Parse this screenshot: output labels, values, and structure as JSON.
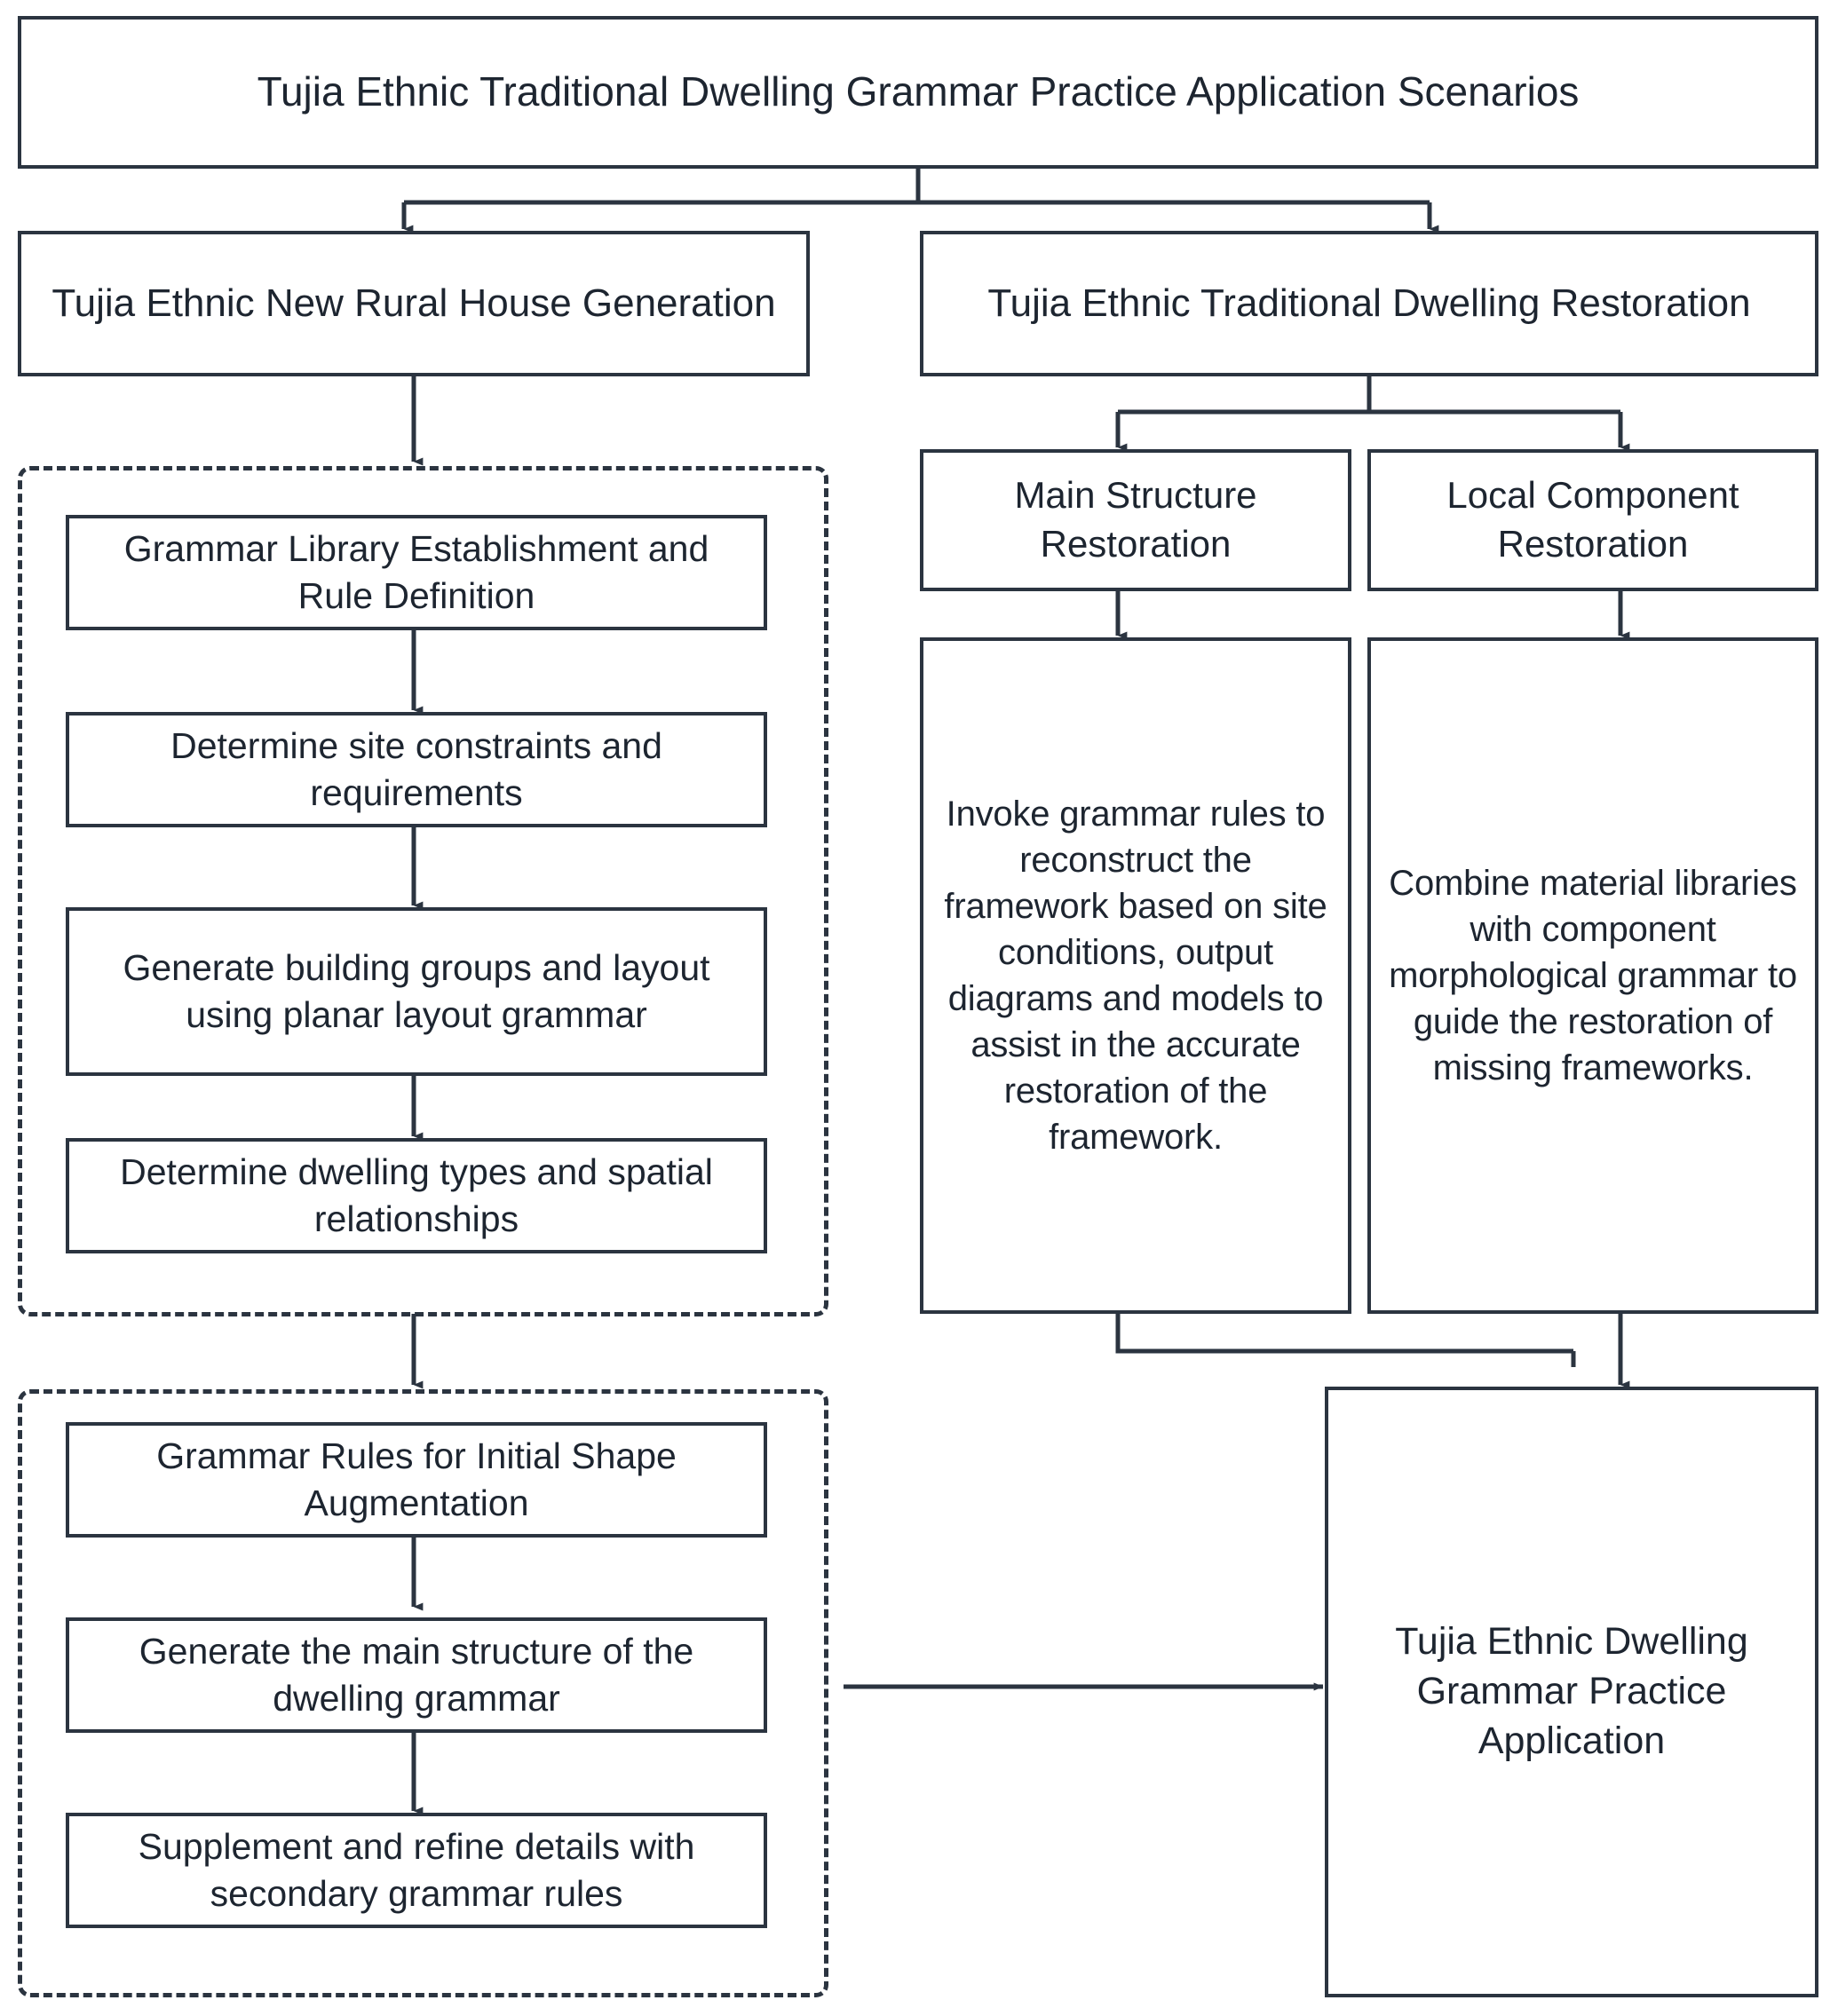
{
  "diagram": {
    "title": "Tujia Ethnic Traditional Dwelling Grammar Practice Application Scenarios",
    "branches": {
      "left": "Tujia Ethnic New Rural House Generation",
      "right": "Tujia Ethnic Traditional Dwelling Restoration"
    },
    "left_group_one": [
      "Grammar Library Establishment and Rule Definition",
      "Determine site constraints and requirements",
      "Generate building groups and layout using planar layout grammar",
      "Determine dwelling types and spatial relationships"
    ],
    "left_group_two": [
      "Grammar Rules for Initial Shape Augmentation",
      "Generate the main structure of the dwelling grammar",
      "Supplement and refine details with secondary grammar rules"
    ],
    "restoration_subtypes": [
      "Main Structure Restoration",
      "Local Component Restoration"
    ],
    "restoration_details": [
      "Invoke grammar rules to reconstruct the framework based on site conditions, output diagrams and models to assist in the accurate restoration of the framework.",
      "Combine material libraries with component morphological grammar to guide the restoration of missing frameworks."
    ],
    "outcome": "Tujia Ethnic Dwelling Grammar Practice Application",
    "colors": {
      "stroke": "#2b3440",
      "text": "#1d2530",
      "background": "#ffffff"
    }
  }
}
